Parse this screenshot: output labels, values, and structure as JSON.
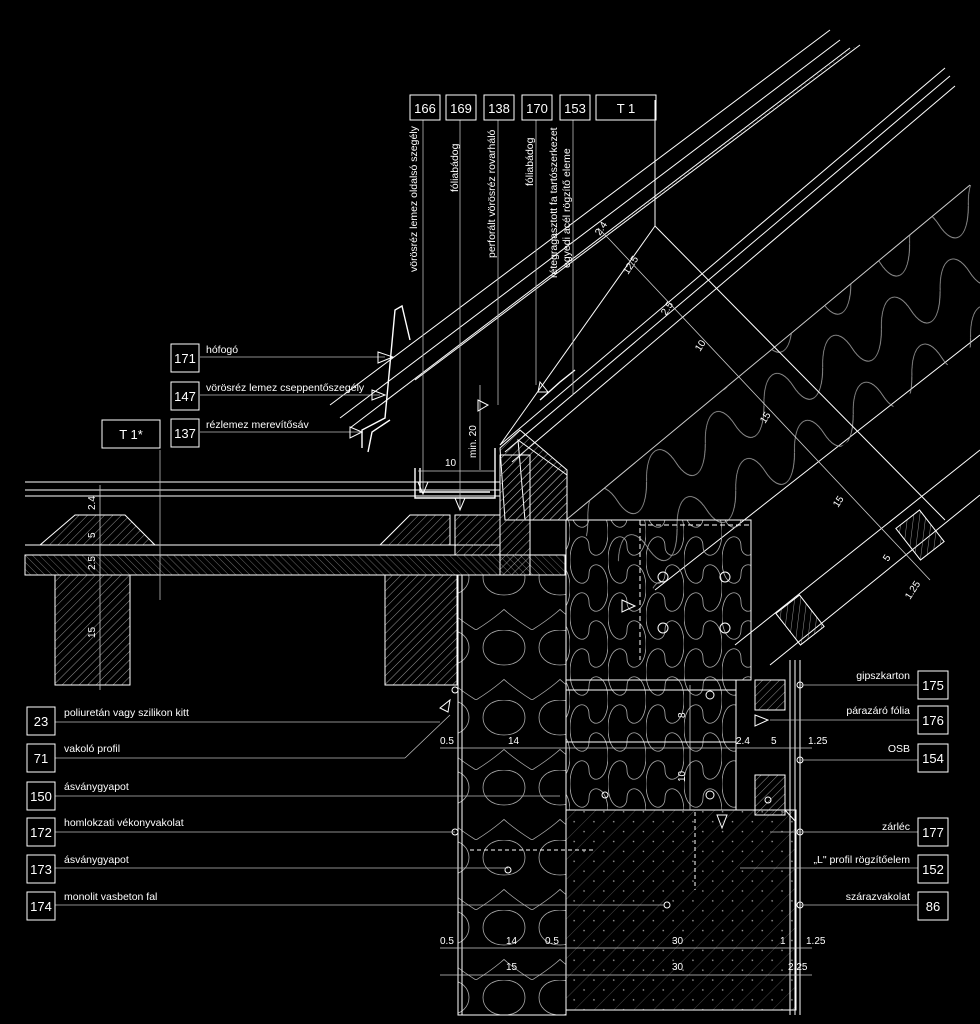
{
  "top_tags": [
    {
      "num": "166",
      "text": "vörösréz lemez oldalsó szegély"
    },
    {
      "num": "169",
      "text": "fóliabádog"
    },
    {
      "num": "138",
      "text": "perforált vörösréz rovarháló"
    },
    {
      "num": "170",
      "text": "fóliabádog"
    },
    {
      "num": "153",
      "text": "rétegragasztott fa tartószerkezet"
    },
    {
      "num": "T 1",
      "text": ""
    }
  ],
  "top_tag_extra": "egyedi acél rögzítő eleme",
  "section_marker_left": "T 1*",
  "left_tags_upper": [
    {
      "num": "171",
      "text": "hófogó"
    },
    {
      "num": "147",
      "text": "vörösréz lemez cseppentőszegély"
    },
    {
      "num": "137",
      "text": "rézlemez merevítősáv"
    }
  ],
  "left_tags_lower": [
    {
      "num": "23",
      "text": "poliuretán vagy szilikon kitt"
    },
    {
      "num": "71",
      "text": "vakoló profil"
    },
    {
      "num": "150",
      "text": "ásványgyapot"
    },
    {
      "num": "172",
      "text": "homlokzati vékonyvakolat"
    },
    {
      "num": "173",
      "text": "ásványgyapot"
    },
    {
      "num": "174",
      "text": "monolit vasbeton fal"
    }
  ],
  "right_tags": [
    {
      "num": "175",
      "text": "gipszkarton"
    },
    {
      "num": "176",
      "text": "párazáró fólia"
    },
    {
      "num": "154",
      "text": "OSB"
    },
    {
      "num": "177",
      "text": "zárléc"
    },
    {
      "num": "152",
      "text": "„L\" profil rögzítőelem"
    },
    {
      "num": "86",
      "text": "szárazvakolat"
    }
  ],
  "dims": {
    "roof_2_4": "2.4",
    "roof_12_5": "12.5",
    "roof_2_5": "2.5",
    "roof_10": "10",
    "roof_15": "15",
    "roof_15b": "15",
    "roof_5": "5",
    "roof_1_25": "1.25",
    "gutter_10": "10",
    "min_20": "min. 20",
    "slab_2_4": "2.4",
    "slab_5": "5",
    "slab_2_5": "2.5",
    "slab_15": "15",
    "upper_0_5": "0.5",
    "upper_14": "14",
    "upper_2_4": "2.4",
    "upper_5": "5",
    "upper_1_25": "1.25",
    "inner_8": "8",
    "inner_10": "10",
    "bot_0_5a": "0.5",
    "bot_14": "14",
    "bot_0_5b": "0.5",
    "bot_30": "30",
    "bot_1": "1",
    "bot_1_25": "1.25",
    "tot_15": "15",
    "tot_30": "30",
    "tot_2_25": "2.25"
  }
}
